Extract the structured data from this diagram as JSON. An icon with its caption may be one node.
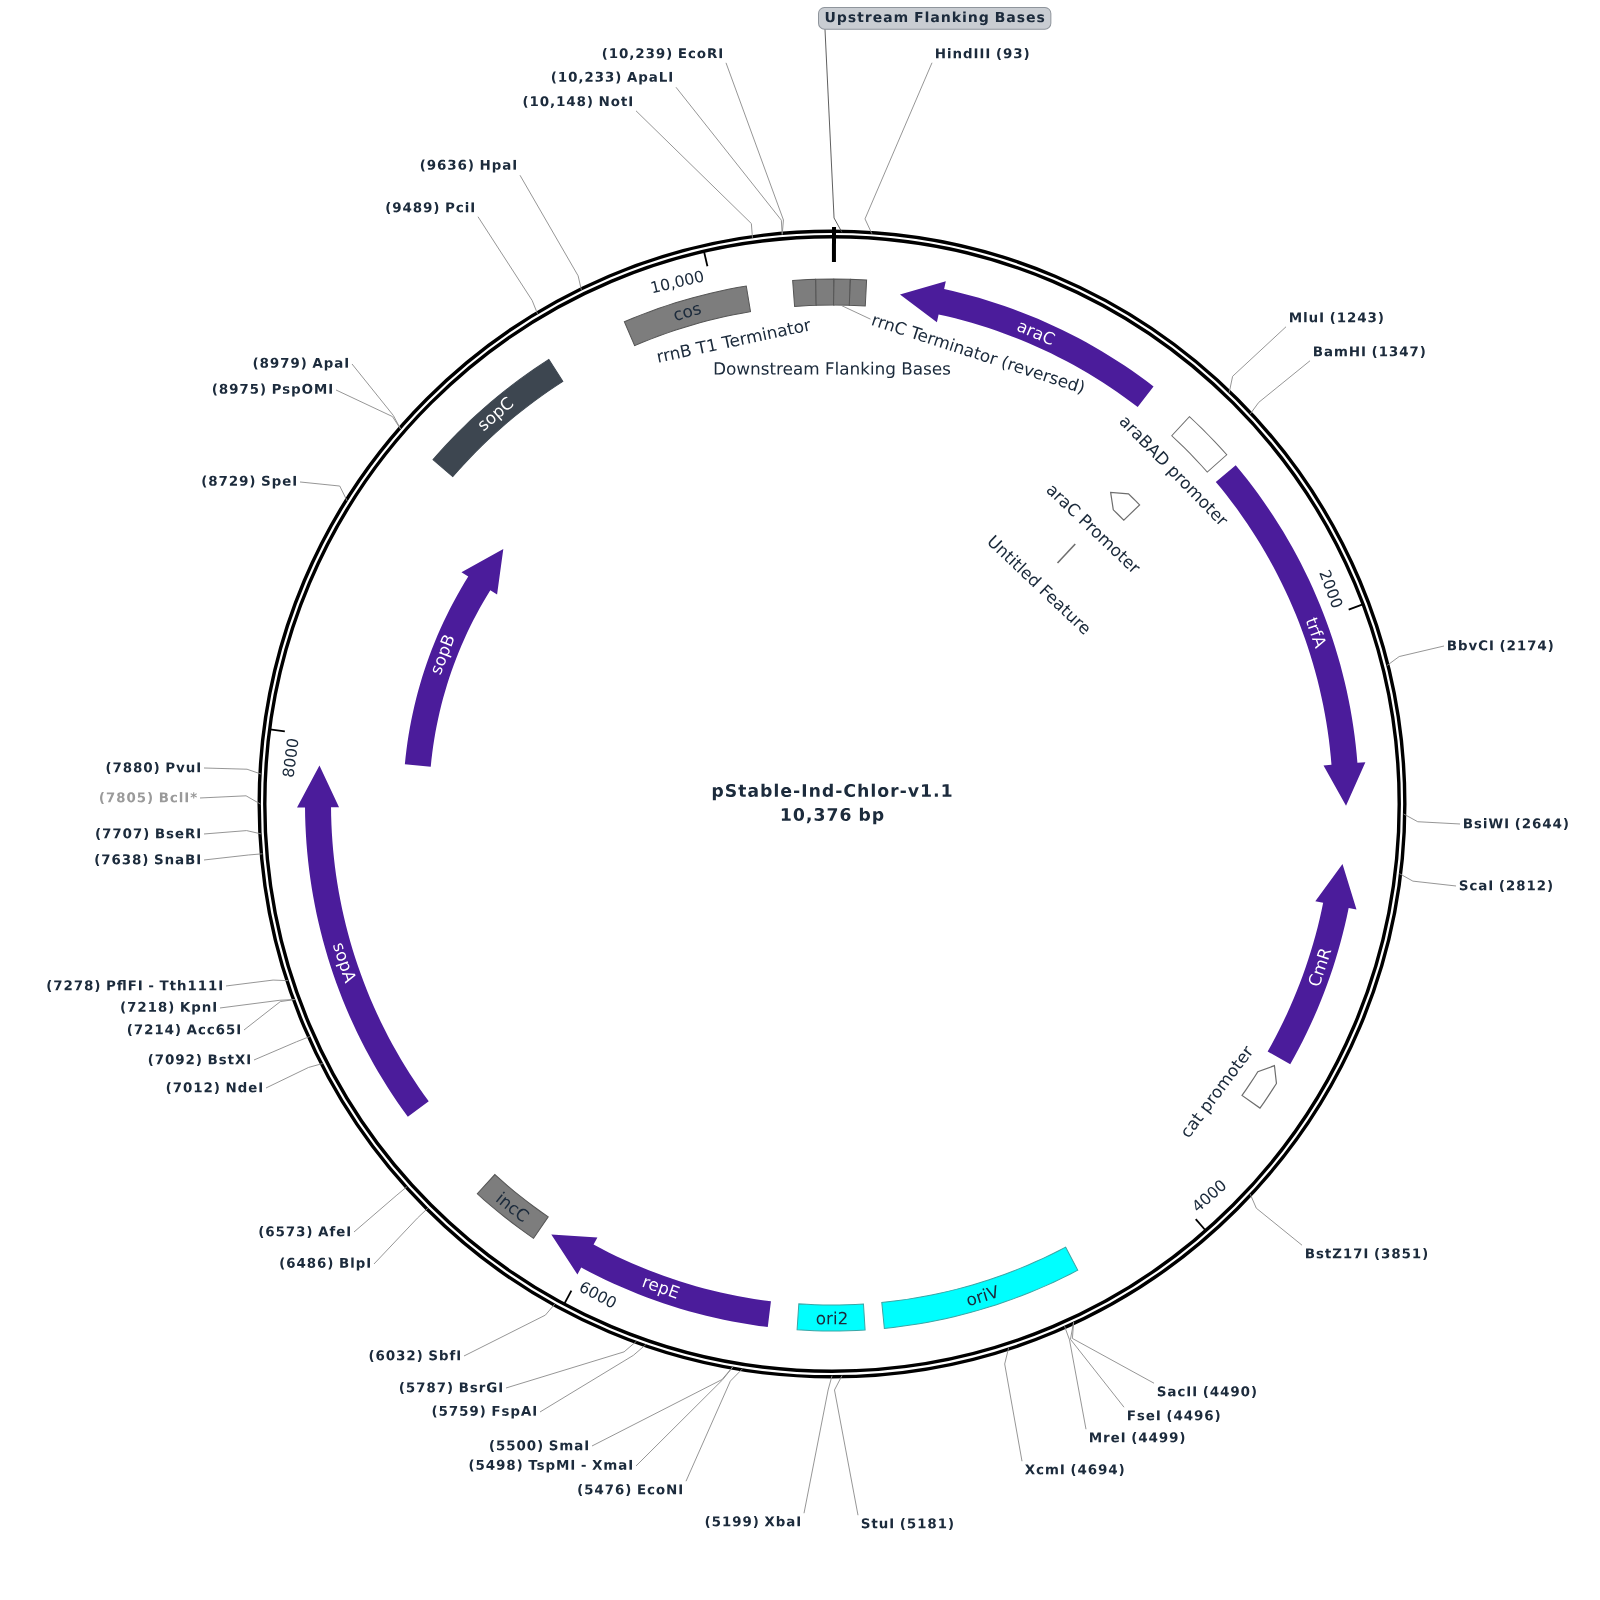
{
  "diagram": {
    "nodes": [
      {
        "text": [
          "pStable-Ind-Chlor-v1.1",
          "10,376 bp"
        ]
      },
      {
        "text": [
          "Upstream Flanking Bases"
        ]
      },
      {
        "text": [
          "(10,239) EcoRI"
        ]
      },
      {
        "text": [
          "HindIII (93)"
        ]
      },
      {
        "text": [
          "(10,233) ApaLI"
        ]
      },
      {
        "text": [
          "(10,148) NotI"
        ]
      },
      {
        "text": [
          "(9636) HpaI"
        ]
      },
      {
        "text": [
          "(9489) PciI"
        ]
      },
      {
        "text": [
          "MluI (1243)"
        ]
      },
      {
        "text": [
          "BamHI (1347)"
        ]
      },
      {
        "text": [
          "(8979) ApaI"
        ]
      },
      {
        "text": [
          "(8975) PspOMI"
        ]
      },
      {
        "text": [
          "(8729) SpeI"
        ]
      },
      {
        "text": [
          "BbvCI (2174)"
        ]
      },
      {
        "text": [
          "(7880) PvuI"
        ]
      },
      {
        "text": [
          "(7805) BclI*"
        ]
      },
      {
        "text": [
          "BsiWI (2644)"
        ]
      },
      {
        "text": [
          "(7707) BseRI"
        ]
      },
      {
        "text": [
          "(7638) SnaBI"
        ]
      },
      {
        "text": [
          "ScaI (2812)"
        ]
      },
      {
        "text": [
          "(7278) PflFI - Tth111I"
        ]
      },
      {
        "text": [
          "(7218) KpnI"
        ]
      },
      {
        "text": [
          "(7214) Acc65I"
        ]
      },
      {
        "text": [
          "(7092) BstXI"
        ]
      },
      {
        "text": [
          "(7012) NdeI"
        ]
      },
      {
        "text": [
          "(6573) AfeI"
        ]
      },
      {
        "text": [
          "BstZ17I (3851)"
        ]
      },
      {
        "text": [
          "(6486) BlpI"
        ]
      },
      {
        "text": [
          "(6032) SbfI"
        ]
      },
      {
        "text": [
          "(5787) BsrGI"
        ]
      },
      {
        "text": [
          "SacII (4490)"
        ]
      },
      {
        "text": [
          "(5759) FspAI"
        ]
      },
      {
        "text": [
          "FseI (4496)"
        ]
      },
      {
        "text": [
          "MreI (4499)"
        ]
      },
      {
        "text": [
          "(5500) SmaI"
        ]
      },
      {
        "text": [
          "(5498) TspMI - XmaI"
        ]
      },
      {
        "text": [
          "XcmI (4694)"
        ]
      },
      {
        "text": [
          "(5476) EcoNI"
        ]
      },
      {
        "text": [
          "(5199) XbaI"
        ]
      },
      {
        "text": [
          "StuI (5181)"
        ]
      },
      {
        "text": [
          "rrnB T1 Terminator"
        ],
        "in": 0
      },
      {
        "text": [],
        "shape": "box",
        "in": 0
      },
      {
        "text": [],
        "shape": "box",
        "in": 0
      },
      {
        "text": [],
        "shape": "box",
        "in": 0
      },
      {
        "text": [
          "rrnC Terminator (reversed)"
        ],
        "in": 0
      },
      {
        "text": [
          "cos"
        ],
        "in": 0
      },
      {
        "text": [
          "araC"
        ],
        "in": 0
      },
      {
        "text": [
          "araBAD promoter"
        ],
        "in": 0
      },
      {
        "text": [
          "araC Promoter"
        ],
        "in": 0
      },
      {
        "text": [
          "Untitled Feature"
        ],
        "in": 0
      },
      {
        "text": [
          "sopC"
        ],
        "in": 0
      },
      {
        "text": [
          "trfA"
        ],
        "in": 0
      },
      {
        "text": [
          "sopB"
        ],
        "in": 0
      },
      {
        "text": [
          "sopA"
        ],
        "in": 0
      },
      {
        "text": [
          "CmR"
        ],
        "in": 0
      },
      {
        "text": [
          "cat promoter"
        ],
        "in": 0
      },
      {
        "text": [
          "incC"
        ],
        "in": 0
      },
      {
        "text": [
          "repE"
        ],
        "in": 0
      },
      {
        "text": [
          "oriV"
        ],
        "in": 0
      },
      {
        "text": [
          "ori2"
        ],
        "in": 0
      }
    ],
    "edges": [
      {
        "from": 1,
        "to": 0,
        "arrow": "none",
        "color": "#4d4d4d"
      },
      {
        "from": 2,
        "to": 0,
        "arrow": "none"
      },
      {
        "from": 3,
        "to": 0,
        "arrow": "none"
      },
      {
        "from": 4,
        "to": 0,
        "arrow": "none"
      },
      {
        "from": 5,
        "to": 0,
        "arrow": "none"
      },
      {
        "from": 6,
        "to": 0,
        "arrow": "none"
      },
      {
        "from": 7,
        "to": 0,
        "arrow": "none"
      },
      {
        "from": 8,
        "to": 0,
        "arrow": "none"
      },
      {
        "from": 9,
        "to": 0,
        "arrow": "none"
      },
      {
        "from": 10,
        "to": 0,
        "arrow": "none"
      },
      {
        "from": 11,
        "to": 0,
        "arrow": "none"
      },
      {
        "from": 12,
        "to": 0,
        "arrow": "none"
      },
      {
        "from": 13,
        "to": 0,
        "arrow": "none"
      },
      {
        "from": 14,
        "to": 0,
        "arrow": "none"
      },
      {
        "from": 15,
        "to": 0,
        "arrow": "none"
      },
      {
        "from": 16,
        "to": 0,
        "arrow": "none"
      },
      {
        "from": 17,
        "to": 0,
        "arrow": "none"
      },
      {
        "from": 18,
        "to": 0,
        "arrow": "none"
      },
      {
        "from": 19,
        "to": 0,
        "arrow": "none"
      },
      {
        "from": 20,
        "to": 0,
        "arrow": "none"
      },
      {
        "from": 21,
        "to": 0,
        "arrow": "none"
      },
      {
        "from": 22,
        "to": 0,
        "arrow": "none"
      },
      {
        "from": 23,
        "to": 0,
        "arrow": "none"
      },
      {
        "from": 24,
        "to": 0,
        "arrow": "none"
      },
      {
        "from": 25,
        "to": 0,
        "arrow": "none"
      },
      {
        "from": 26,
        "to": 0,
        "arrow": "none"
      },
      {
        "from": 27,
        "to": 0,
        "arrow": "none"
      },
      {
        "from": 28,
        "to": 0,
        "arrow": "none"
      },
      {
        "from": 29,
        "to": 0,
        "arrow": "none"
      },
      {
        "from": 30,
        "to": 0,
        "arrow": "none"
      },
      {
        "from": 31,
        "to": 0,
        "arrow": "none"
      },
      {
        "from": 32,
        "to": 0,
        "arrow": "none"
      },
      {
        "from": 33,
        "to": 0,
        "arrow": "none"
      },
      {
        "from": 34,
        "to": 0,
        "arrow": "none"
      },
      {
        "from": 35,
        "to": 0,
        "arrow": "none"
      },
      {
        "from": 36,
        "to": 0,
        "arrow": "none"
      },
      {
        "from": 37,
        "to": 0,
        "arrow": "none"
      },
      {
        "from": 38,
        "to": 0,
        "arrow": "none"
      },
      {
        "from": 39,
        "to": 0,
        "arrow": "none"
      },
      {
        "from": 44,
        "to": 42,
        "arrow": "none"
      }
    ],
    "labels": [
      "10,000",
      "Downstream Flanking Bases",
      "2000",
      "8000",
      "4000",
      "6000"
    ]
  }
}
